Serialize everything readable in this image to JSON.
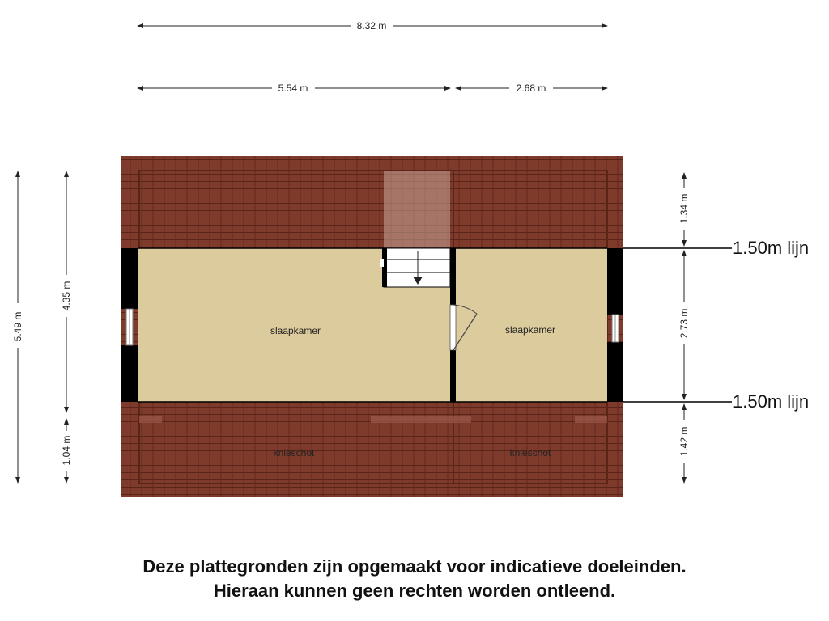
{
  "dimensions": {
    "total_width": "8.32 m",
    "left_width": "5.54 m",
    "right_width": "2.68 m",
    "total_depth": "5.49 m",
    "inner_depth": "4.35 m",
    "lower_kneewall_left": "1.04 m",
    "upper_roof": "1.34 m",
    "room_depth": "2.73 m",
    "lower_kneewall_right": "1.42 m"
  },
  "lines": {
    "upper": "1.50m lijn",
    "lower": "1.50m lijn"
  },
  "rooms": {
    "left_room": "slaapkamer",
    "right_room": "slaapkamer",
    "left_kneewall": "knieschot",
    "right_kneewall": "knieschot"
  },
  "colors": {
    "roof_tile": "#7e3b2c",
    "tile_line": "#5a2418",
    "floor": "#dccb9c",
    "wall": "#000000",
    "stairs_overlay": "#c9a49a"
  },
  "disclaimer": {
    "line1": "Deze plattegronden zijn opgemaakt voor indicatieve doeleinden.",
    "line2": "Hieraan kunnen geen rechten worden ontleend."
  }
}
